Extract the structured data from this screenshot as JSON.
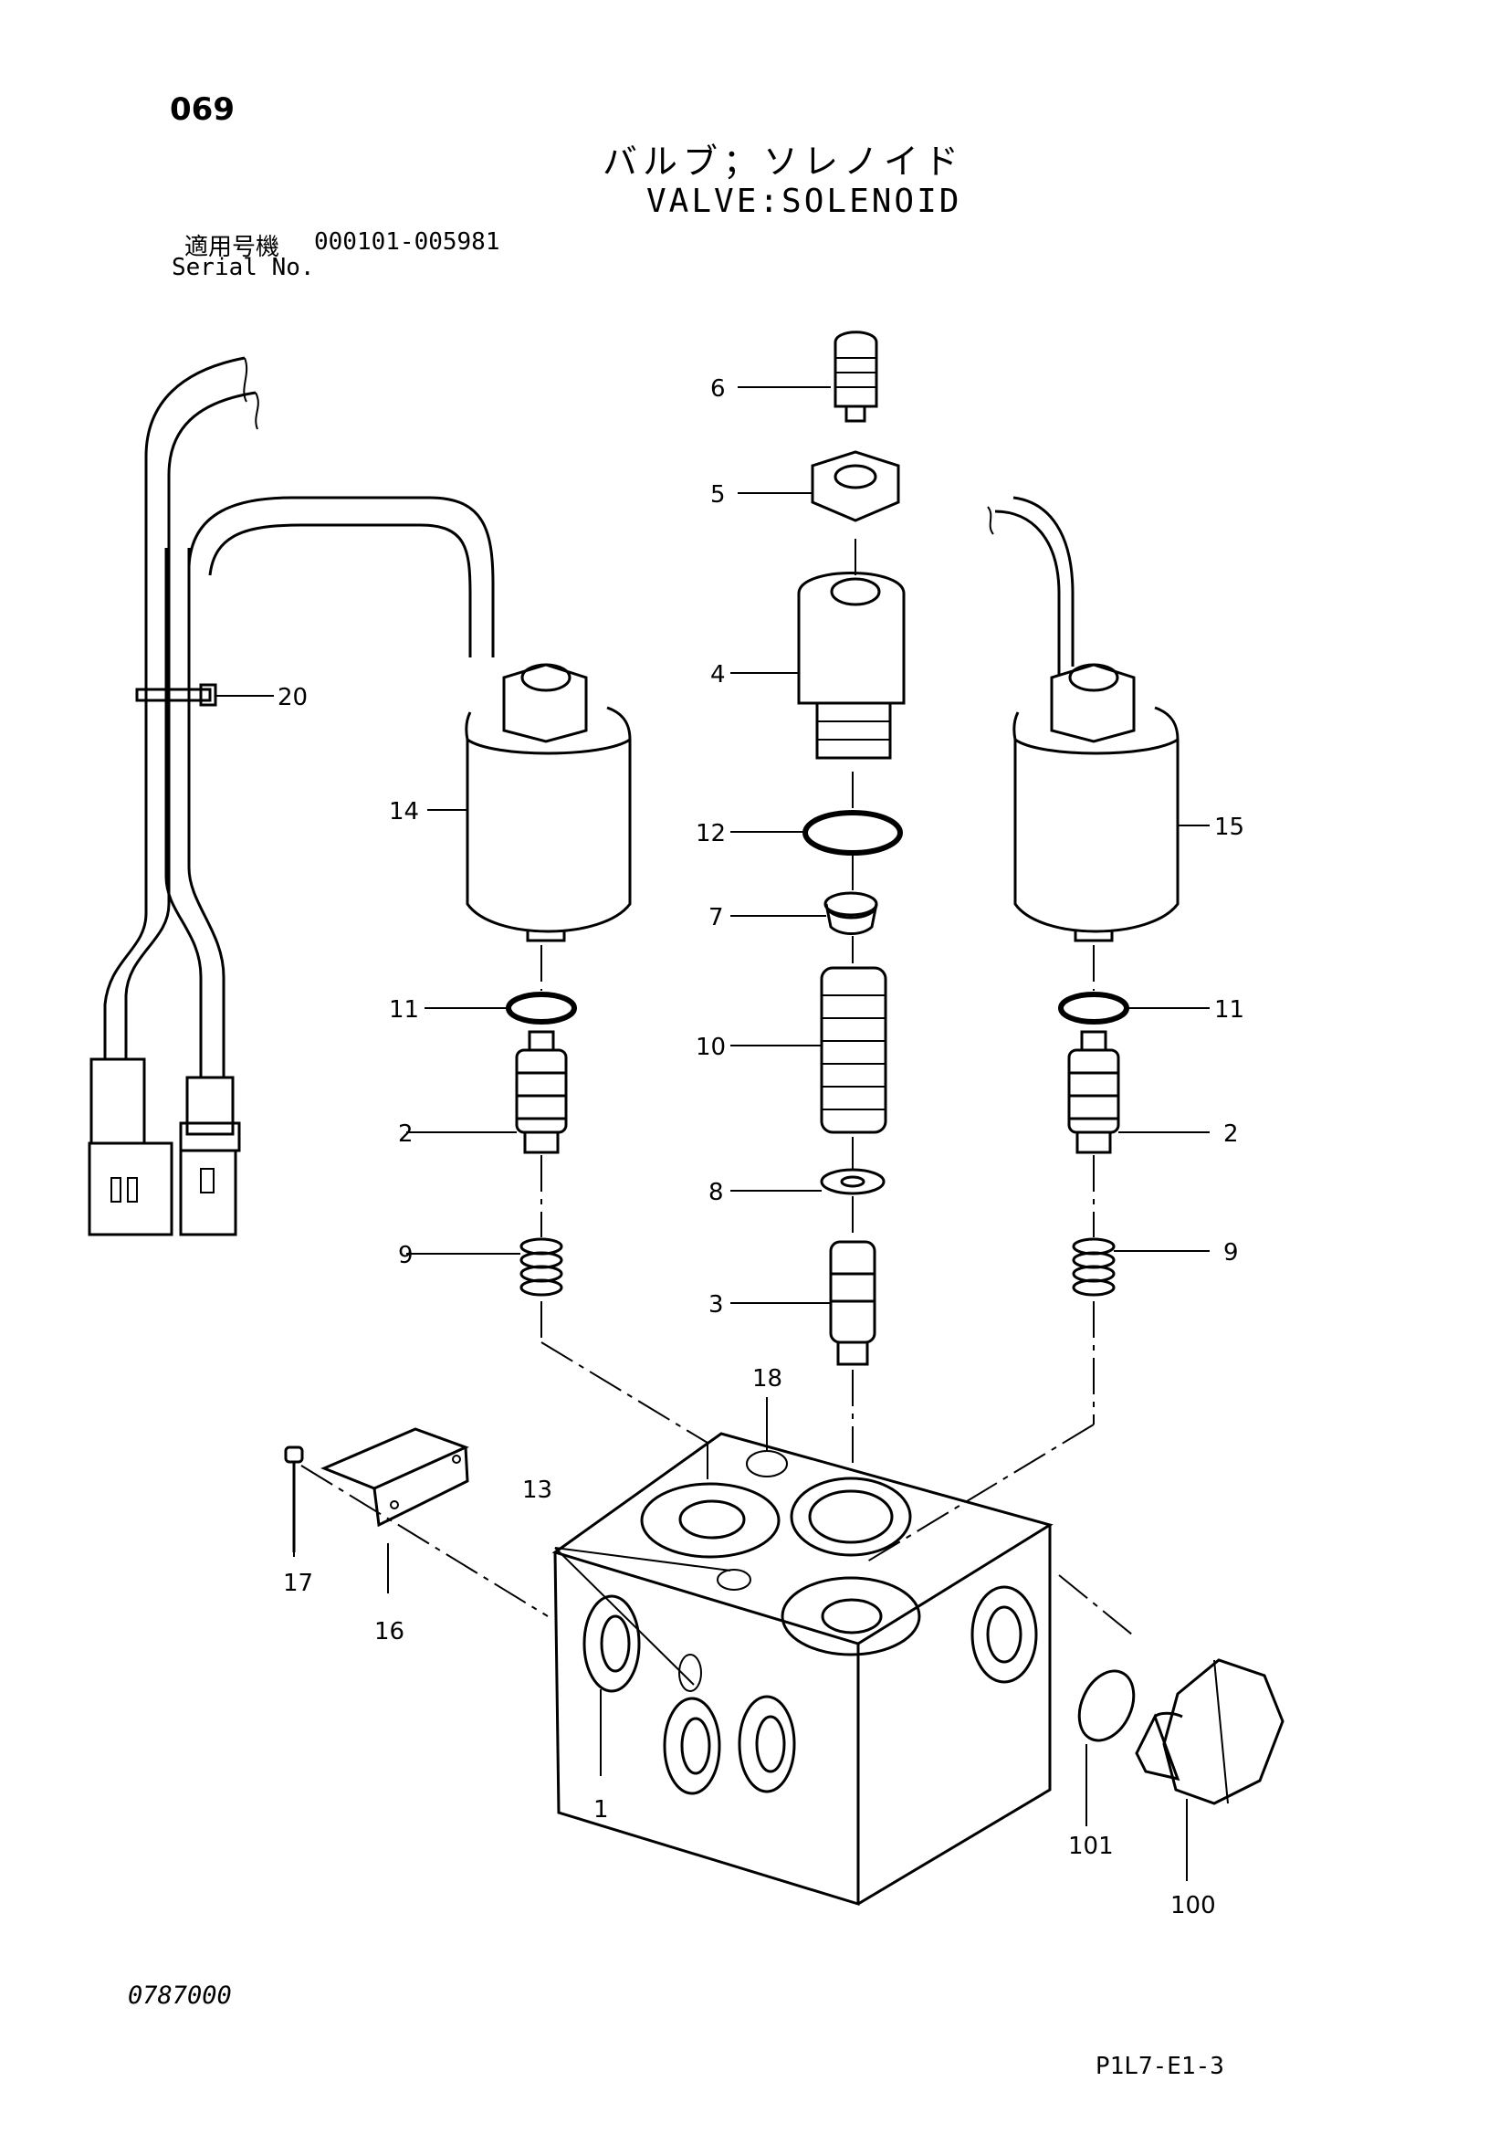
{
  "header": {
    "page_number": "069",
    "title_jp": "バルブ；ソレノイド",
    "title_en": "VALVE:SOLENOID",
    "serial_label_jp": "適用号機",
    "serial_range": "000101-005981",
    "serial_label_en": "Serial No."
  },
  "footer": {
    "doc_code": "0787000",
    "figure_code": "P1L7-E1-3"
  },
  "callouts": {
    "c1": "1",
    "c2a": "2",
    "c2b": "2",
    "c3": "3",
    "c4": "4",
    "c5": "5",
    "c6": "6",
    "c7": "7",
    "c8": "8",
    "c9a": "9",
    "c9b": "9",
    "c10": "10",
    "c11a": "11",
    "c11b": "11",
    "c12": "12",
    "c13": "13",
    "c14": "14",
    "c15": "15",
    "c16": "16",
    "c17": "17",
    "c18": "18",
    "c20": "20",
    "c100": "100",
    "c101": "101"
  }
}
